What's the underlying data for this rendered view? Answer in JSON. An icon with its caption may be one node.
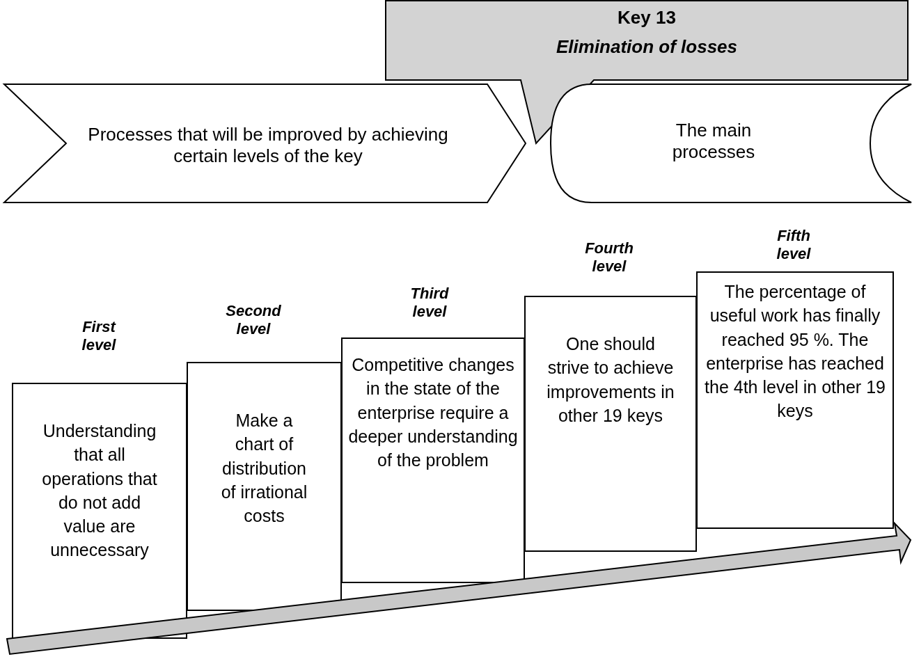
{
  "diagram": {
    "nodes": [
      {
        "text": [
          "Key 13",
          "Elimination of losses"
        ]
      },
      {
        "text": [
          "Processes that will be improved by achieving certain levels of the key"
        ]
      },
      {
        "text": [
          "The main processes"
        ]
      },
      {
        "text": [
          "Understanding that all operations that do not add value are unnecessary"
        ],
        "beside": [
          "First level"
        ]
      },
      {
        "text": [
          "Make a chart of distribution of irrational costs"
        ],
        "beside": [
          "Second level"
        ]
      },
      {
        "text": [
          "Competitive changes in the state of the enterprise require a deeper understanding of the problem"
        ],
        "beside": [
          "Third level"
        ]
      },
      {
        "text": [
          "One should strive to achieve improvements in other 19 keys"
        ],
        "beside": [
          "Fourth level"
        ]
      },
      {
        "text": [
          "The percentage of useful work has finally reached 95 %. The enterprise has reached the 4th level in other 19 keys"
        ],
        "beside": [
          "Fifth level"
        ]
      }
    ],
    "edges": []
  }
}
